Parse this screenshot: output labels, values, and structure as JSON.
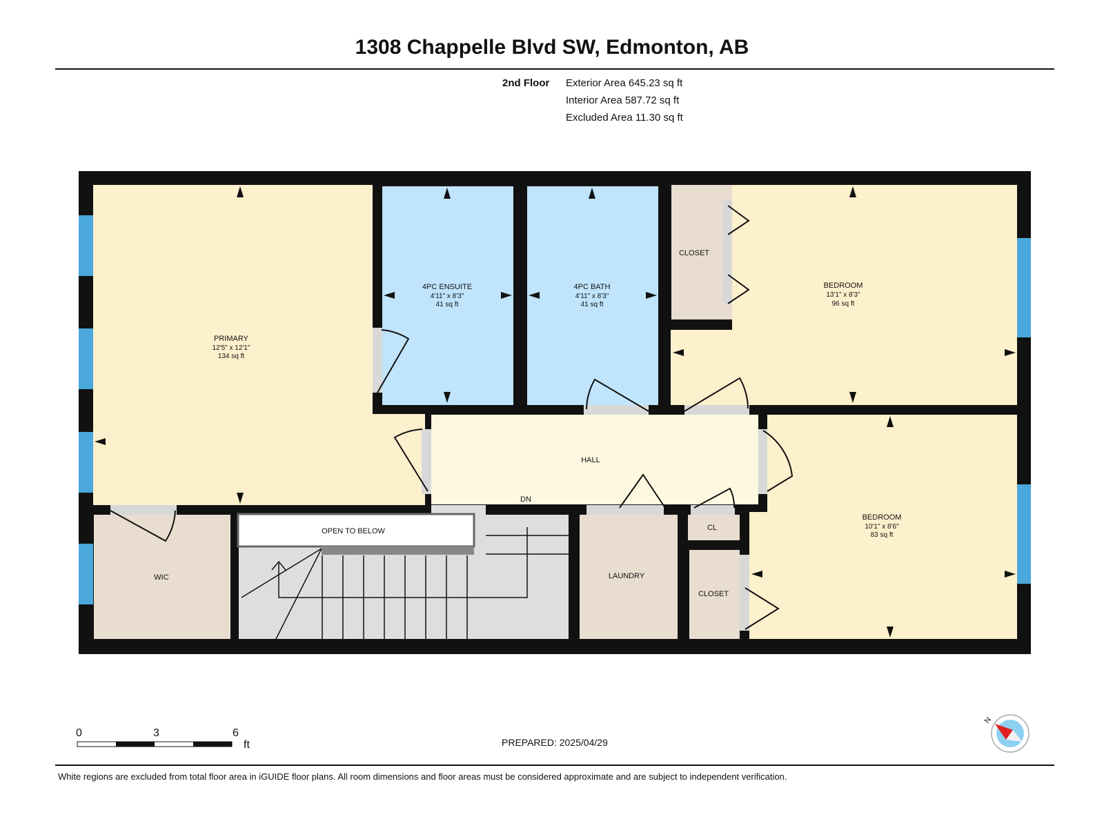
{
  "title": "1308 Chappelle Blvd SW, Edmonton, AB",
  "floor": "2nd Floor",
  "areas": {
    "exterior": "Exterior Area 645.23 sq ft",
    "interior": "Interior Area 587.72 sq ft",
    "excluded": "Excluded Area 11.30 sq ft"
  },
  "rooms": {
    "primary": {
      "name": "PRIMARY",
      "dims": "12'5\" x 12'1\"",
      "area": "134 sq ft"
    },
    "ensuite": {
      "name": "4PC ENSUITE",
      "dims": "4'11\" x 8'3\"",
      "area": "41 sq ft"
    },
    "bath": {
      "name": "4PC BATH",
      "dims": "4'11\" x 8'3\"",
      "area": "41 sq ft"
    },
    "bedroom_top": {
      "name": "BEDROOM",
      "dims": "13'1\" x 8'3\"",
      "area": "96 sq ft"
    },
    "bedroom_bottom": {
      "name": "BEDROOM",
      "dims": "10'1\" x 8'6\"",
      "area": "83 sq ft"
    },
    "closet_top": {
      "name": "CLOSET"
    },
    "closet_bottom": {
      "name": "CLOSET"
    },
    "hall": {
      "name": "HALL"
    },
    "dn": {
      "name": "DN"
    },
    "wic": {
      "name": "WIC"
    },
    "open_below": {
      "name": "OPEN TO BELOW"
    },
    "laundry": {
      "name": "LAUNDRY"
    },
    "cl": {
      "name": "CL"
    }
  },
  "scale": {
    "t0": "0",
    "t3": "3",
    "t6": "6",
    "unit": "ft"
  },
  "prepared": "PREPARED: 2025/04/29",
  "compass_label": "N",
  "disclaimer": "White regions are excluded from total floor area in iGUIDE floor plans. All room dimensions and floor areas must be considered approximate and are subject to independent verification.",
  "colors": {
    "wall": "#111111",
    "bedroom": "#fdf0cc",
    "bath": "#bfe4fb",
    "closet": "#e8ddcf",
    "hall": "#fff8e1",
    "stairs": "#dedede",
    "window": "#4aa8dc"
  }
}
